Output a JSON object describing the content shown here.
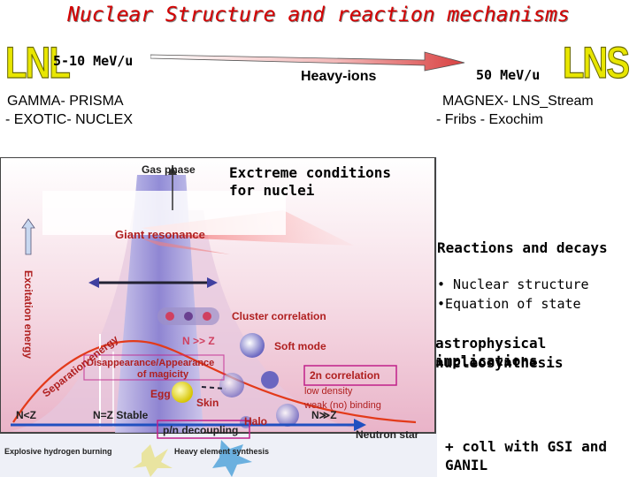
{
  "header": {
    "title": "Nuclear Structure and reaction mechanisms",
    "left_logo": "LNL",
    "left_energy": "5-10 MeV/u",
    "right_logo": "LNS",
    "right_energy": "50 MeV/u",
    "arrow_label": "Heavy-ions",
    "left_list_line1": "GAMMA- PRISMA",
    "left_list_line2": "- EXOTIC- NUCLEX",
    "right_list_line1": "MAGNEX- LNS_Stream",
    "right_list_line2": "- Fribs - Exochim"
  },
  "figure": {
    "gas_phase": "Gas phase",
    "giant_resonance": "Giant resonance",
    "excitation_energy": "Excitation energy",
    "cluster_correlation": "Cluster correlation",
    "separation_energy": "Separation energy",
    "n_gg_z": "N >> Z",
    "soft_mode": "Soft mode",
    "disappearance": "Disappearance/Appearance",
    "of_magicity": "of magicity",
    "two_n_correlation": "2n correlation",
    "egg": "Egg",
    "low_density": "low density",
    "weak_binding": "weak (no) binding",
    "skin": "Skin",
    "halo": "Halo",
    "n_lt_z": "N<Z",
    "n_eq_z": "N=Z Stable",
    "n_gg_z_axis": "N≫Z",
    "pn_decoupling": "p/n decoupling",
    "neutron_star": "Neutron star",
    "explosive_hydrogen": "Explosive hydrogen burning",
    "heavy_element": "Heavy element synthesis"
  },
  "right_panel": {
    "extreme_line1": "Exctreme conditions",
    "extreme_line2": "for nuclei",
    "reactions": "Reactions and decays",
    "bullet1": "• Nuclear structure",
    "bullet2": "•Equation of state",
    "astro_line1": "astrophysical implications",
    "astro_line2": "nucleosynthesis",
    "coll_line1": "+ coll with GSI and",
    "coll_line2": "GANIL"
  },
  "colors": {
    "title": "#d40000",
    "logo": "#e8e600",
    "highlight_box": "#c0208a",
    "separation_curve": "#e33a1a"
  }
}
